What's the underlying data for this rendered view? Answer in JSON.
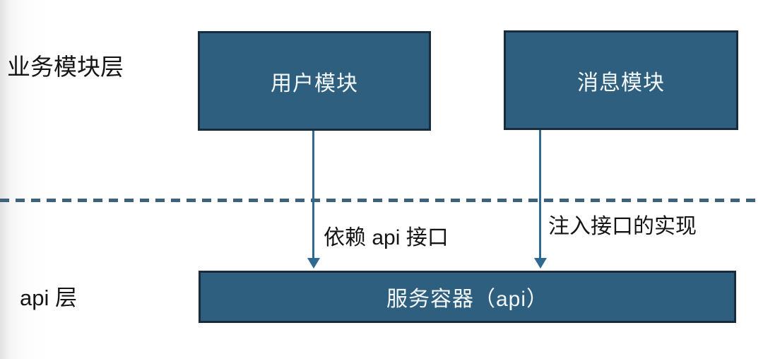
{
  "diagram": {
    "layers": {
      "business": {
        "label": "业务模块层"
      },
      "api": {
        "label": "api 层"
      }
    },
    "boxes": {
      "user_module": "用户模块",
      "message_module": "消息模块",
      "service_container": "服务容器（api）"
    },
    "arrows": [
      {
        "from": "user_module",
        "to": "service_container",
        "label": "依赖 api 接口"
      },
      {
        "from": "message_module",
        "to": "service_container",
        "label": "注入接口的实现"
      }
    ],
    "colors": {
      "box_fill": "#2e5f7e",
      "box_border": "#182c3d",
      "arrow": "#2f6a92",
      "dash_line": "#3c627e",
      "text_on_box": "#f4f8fa",
      "label_text": "#151515"
    }
  }
}
